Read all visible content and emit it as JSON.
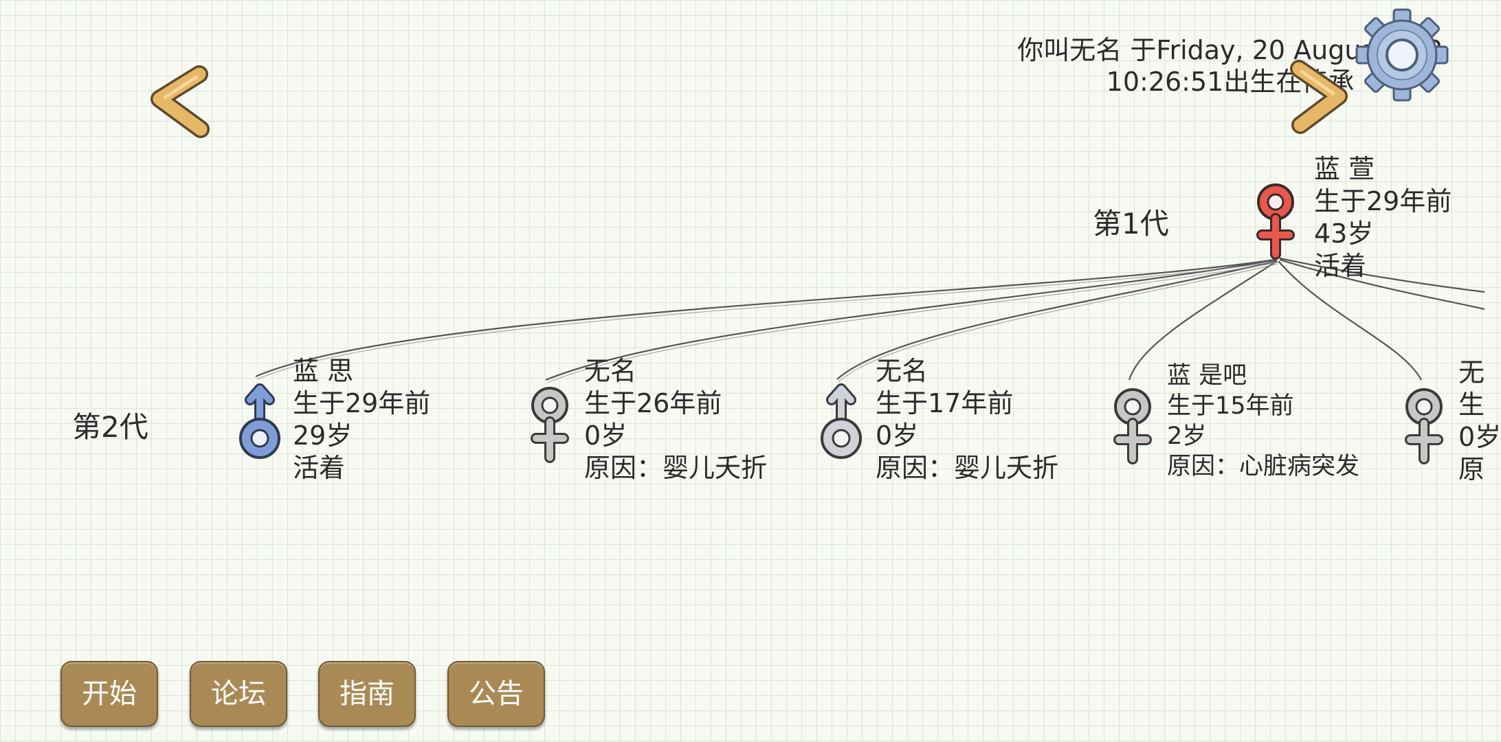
{
  "header": {
    "line1": "你叫无名 于Friday, 20 August 202",
    "line2": "10:26:51出生在传承"
  },
  "generations": [
    {
      "label": "第1代"
    },
    {
      "label": "第2代"
    }
  ],
  "persons": [
    {
      "name": "蓝 萱",
      "born": "生于29年前",
      "age": "43岁",
      "status": "活着",
      "gender": "female",
      "color": "#e8584c"
    },
    {
      "name": "蓝 思",
      "born": "生于29年前",
      "age": "29岁",
      "status": "活着",
      "gender": "male",
      "color": "#7f9ed8"
    },
    {
      "name": "无名",
      "born": "生于26年前",
      "age": "0岁",
      "status": "原因：婴儿夭折",
      "gender": "female",
      "color": "#c9c6c6"
    },
    {
      "name": "无名",
      "born": "生于17年前",
      "age": "0岁",
      "status": "原因：婴儿夭折",
      "gender": "male",
      "color": "#cfd2d6"
    },
    {
      "name": "蓝 是吧",
      "born": "生于15年前",
      "age": "2岁",
      "status": "原因：心脏病突发",
      "gender": "female",
      "color": "#c9c6c6"
    },
    {
      "name": "无",
      "born": "生",
      "age": "0岁",
      "status": "原",
      "gender": "female",
      "color": "#c9c6c6"
    }
  ],
  "buttons": {
    "start": "开始",
    "forum": "论坛",
    "guide": "指南",
    "notice": "公告"
  },
  "colors": {
    "button": "#a98a55",
    "arrow": "#e3b463",
    "grid": "#d9e6d6",
    "gear": "#9db6d9"
  },
  "icons": [
    "chevron-left-icon",
    "chevron-right-icon",
    "gear-icon",
    "female-symbol-icon",
    "male-symbol-icon"
  ]
}
